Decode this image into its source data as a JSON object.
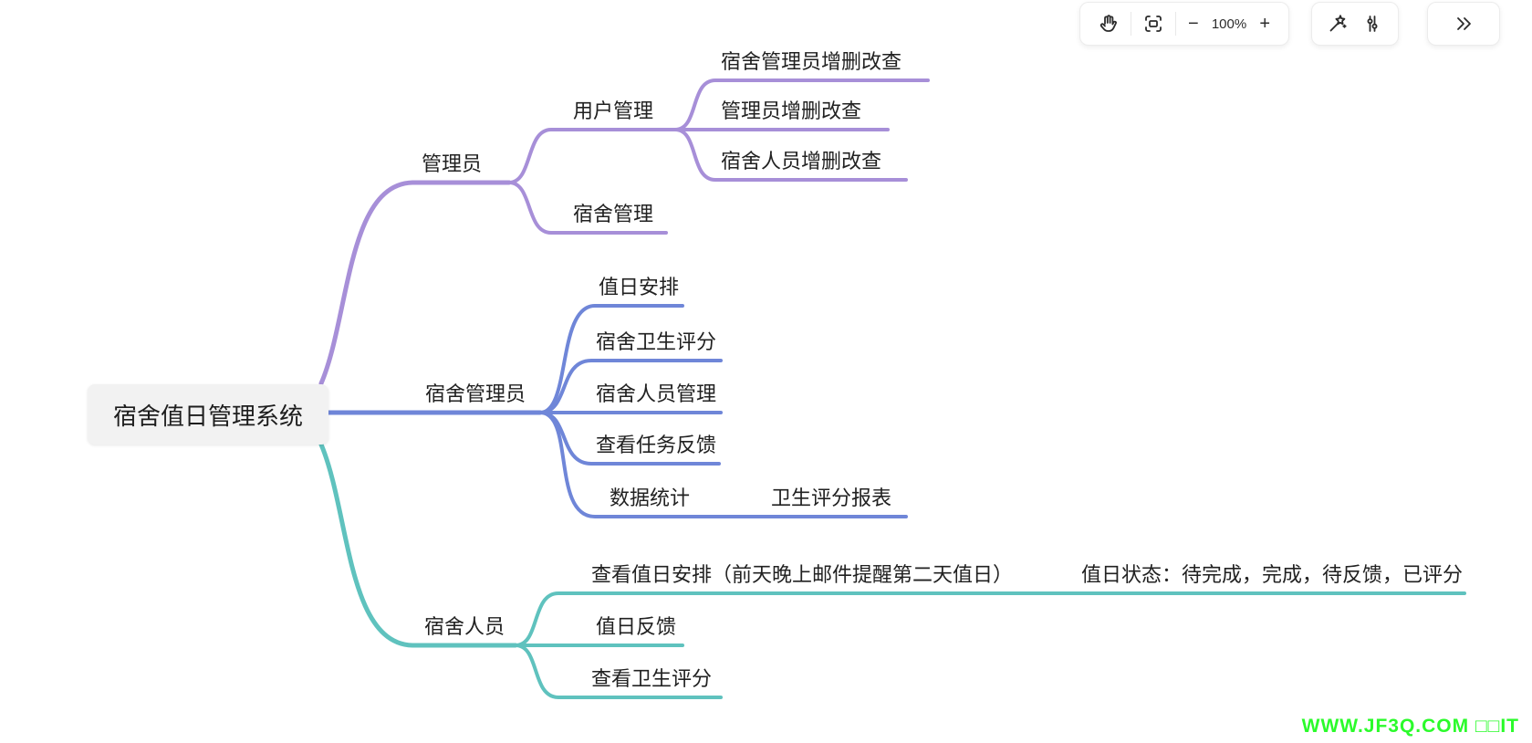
{
  "toolbar": {
    "zoom_value": "100%",
    "minus_label": "−",
    "plus_label": "+",
    "icons": {
      "pan": "hand-icon",
      "fit_view": "frame-center-icon",
      "ai_assist": "magic-wand-icon",
      "settings": "sliders-icon",
      "collapse": "double-chevron-right-icon"
    }
  },
  "colors": {
    "admin_branch": "#a78fd8",
    "dorm_admin_branch": "#6f86d8",
    "dorm_member_branch": "#5fc2be",
    "root_bg": "#f2f2f2",
    "node_text": "#212121",
    "watermark": "#2bfb2b"
  },
  "mindmap": {
    "root": {
      "label": "宿舍值日管理系统"
    },
    "branches": [
      {
        "label": "管理员",
        "children": [
          {
            "label": "用户管理",
            "children": [
              {
                "label": "宿舍管理员增删改查"
              },
              {
                "label": "管理员增删改查"
              },
              {
                "label": "宿舍人员增删改查"
              }
            ]
          },
          {
            "label": "宿舍管理"
          }
        ]
      },
      {
        "label": "宿舍管理员",
        "children": [
          {
            "label": "值日安排"
          },
          {
            "label": "宿舍卫生评分"
          },
          {
            "label": "宿舍人员管理"
          },
          {
            "label": "查看任务反馈"
          },
          {
            "label": "数据统计",
            "children": [
              {
                "label": "卫生评分报表"
              }
            ]
          }
        ]
      },
      {
        "label": "宿舍人员",
        "children": [
          {
            "label": "查看值日安排（前天晚上邮件提醒第二天值日）",
            "children": [
              {
                "label": "值日状态：待完成，完成，待反馈，已评分"
              }
            ]
          },
          {
            "label": "值日反馈"
          },
          {
            "label": "查看卫生评分"
          }
        ]
      }
    ]
  },
  "watermark": {
    "text": "WWW.JF3Q.COM □□IT"
  }
}
